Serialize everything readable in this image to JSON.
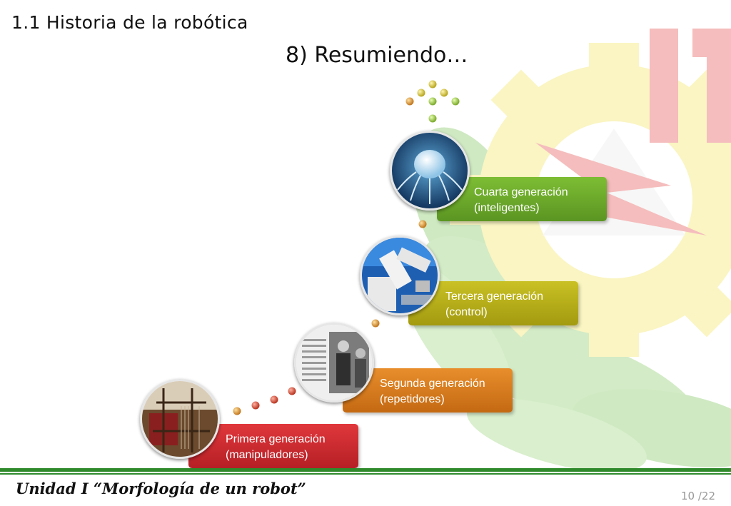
{
  "header": {
    "section_title": "1.1 Historia de la robótica",
    "slide_title": "8) Resumiendo…"
  },
  "generations": [
    {
      "line1": "Primera generación",
      "line2": "(manipuladores)",
      "color": "#c8262c"
    },
    {
      "line1": "Segunda generación",
      "line2": "(repetidores)",
      "color": "#d87a1c"
    },
    {
      "line1": "Tercera generación",
      "line2": "(control)",
      "color": "#b5ad16"
    },
    {
      "line1": "Cuarta generación",
      "line2": "(inteligentes)",
      "color": "#6aa82b"
    }
  ],
  "footer": {
    "unit_text": "Unidad I “Morfología de un robot”",
    "page_current": "10",
    "page_total": "/22"
  }
}
